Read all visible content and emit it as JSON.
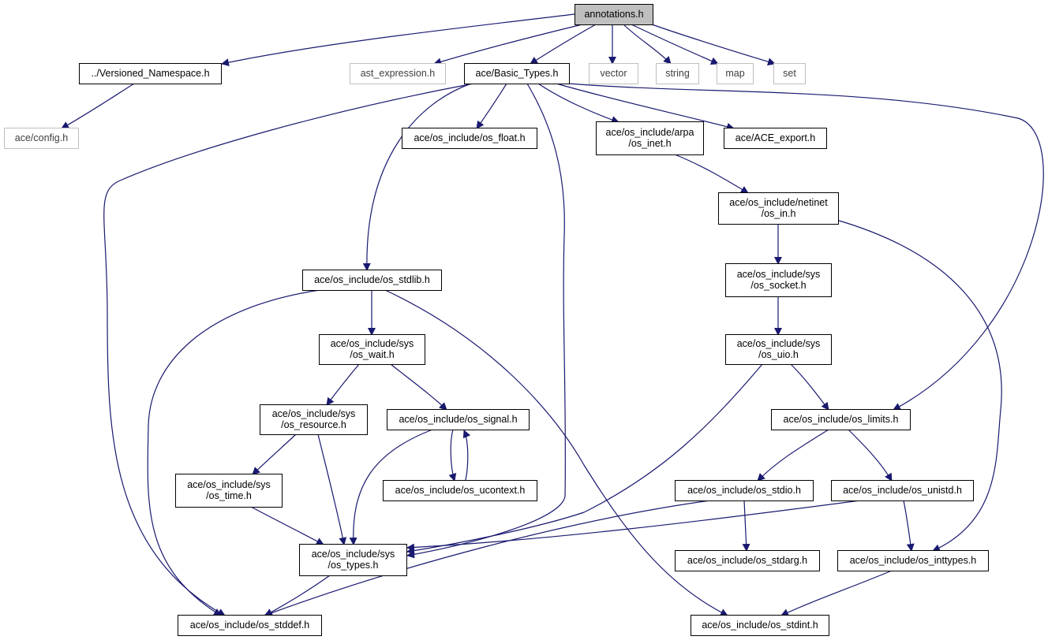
{
  "diagram": {
    "colors": {
      "edge": "#191970",
      "node_border": "#000000",
      "node_border_external": "#bfbfbf",
      "root_fill": "#bfbfbf",
      "node_fill": "#ffffff",
      "text_internal": "#000000",
      "text_external": "#404040"
    },
    "nodes": [
      {
        "id": "annotations",
        "lines": [
          "annotations.h"
        ],
        "kind": "root"
      },
      {
        "id": "versioned_ns",
        "lines": [
          "../Versioned_Namespace.h"
        ],
        "kind": "internal"
      },
      {
        "id": "ast_expression",
        "lines": [
          "ast_expression.h"
        ],
        "kind": "external"
      },
      {
        "id": "basic_types",
        "lines": [
          "ace/Basic_Types.h"
        ],
        "kind": "internal"
      },
      {
        "id": "vector",
        "lines": [
          "vector"
        ],
        "kind": "external"
      },
      {
        "id": "string",
        "lines": [
          "string"
        ],
        "kind": "external"
      },
      {
        "id": "map",
        "lines": [
          "map"
        ],
        "kind": "external"
      },
      {
        "id": "set",
        "lines": [
          "set"
        ],
        "kind": "external"
      },
      {
        "id": "config",
        "lines": [
          "ace/config.h"
        ],
        "kind": "external"
      },
      {
        "id": "os_float",
        "lines": [
          "ace/os_include/os_float.h"
        ],
        "kind": "internal"
      },
      {
        "id": "os_inet",
        "lines": [
          "ace/os_include/arpa",
          "/os_inet.h"
        ],
        "kind": "internal"
      },
      {
        "id": "ace_export",
        "lines": [
          "ace/ACE_export.h"
        ],
        "kind": "internal"
      },
      {
        "id": "os_in",
        "lines": [
          "ace/os_include/netinet",
          "/os_in.h"
        ],
        "kind": "internal"
      },
      {
        "id": "os_stdlib",
        "lines": [
          "ace/os_include/os_stdlib.h"
        ],
        "kind": "internal"
      },
      {
        "id": "os_socket",
        "lines": [
          "ace/os_include/sys",
          "/os_socket.h"
        ],
        "kind": "internal"
      },
      {
        "id": "os_wait",
        "lines": [
          "ace/os_include/sys",
          "/os_wait.h"
        ],
        "kind": "internal"
      },
      {
        "id": "os_uio",
        "lines": [
          "ace/os_include/sys",
          "/os_uio.h"
        ],
        "kind": "internal"
      },
      {
        "id": "os_resource",
        "lines": [
          "ace/os_include/sys",
          "/os_resource.h"
        ],
        "kind": "internal"
      },
      {
        "id": "os_signal",
        "lines": [
          "ace/os_include/os_signal.h"
        ],
        "kind": "internal"
      },
      {
        "id": "os_limits",
        "lines": [
          "ace/os_include/os_limits.h"
        ],
        "kind": "internal"
      },
      {
        "id": "os_time",
        "lines": [
          "ace/os_include/sys",
          "/os_time.h"
        ],
        "kind": "internal"
      },
      {
        "id": "os_ucontext",
        "lines": [
          "ace/os_include/os_ucontext.h"
        ],
        "kind": "internal"
      },
      {
        "id": "os_stdio",
        "lines": [
          "ace/os_include/os_stdio.h"
        ],
        "kind": "internal"
      },
      {
        "id": "os_unistd",
        "lines": [
          "ace/os_include/os_unistd.h"
        ],
        "kind": "internal"
      },
      {
        "id": "os_types",
        "lines": [
          "ace/os_include/sys",
          "/os_types.h"
        ],
        "kind": "internal"
      },
      {
        "id": "os_stdarg",
        "lines": [
          "ace/os_include/os_stdarg.h"
        ],
        "kind": "internal"
      },
      {
        "id": "os_inttypes",
        "lines": [
          "ace/os_include/os_inttypes.h"
        ],
        "kind": "internal"
      },
      {
        "id": "os_stddef",
        "lines": [
          "ace/os_include/os_stddef.h"
        ],
        "kind": "internal"
      },
      {
        "id": "os_stdint",
        "lines": [
          "ace/os_include/os_stdint.h"
        ],
        "kind": "internal"
      }
    ],
    "edges": [
      {
        "from": "annotations",
        "to": "versioned_ns"
      },
      {
        "from": "annotations",
        "to": "ast_expression"
      },
      {
        "from": "annotations",
        "to": "basic_types"
      },
      {
        "from": "annotations",
        "to": "vector"
      },
      {
        "from": "annotations",
        "to": "string"
      },
      {
        "from": "annotations",
        "to": "map"
      },
      {
        "from": "annotations",
        "to": "set"
      },
      {
        "from": "versioned_ns",
        "to": "config"
      },
      {
        "from": "basic_types",
        "to": "os_float"
      },
      {
        "from": "basic_types",
        "to": "os_inet"
      },
      {
        "from": "basic_types",
        "to": "ace_export"
      },
      {
        "from": "basic_types",
        "to": "os_stdlib"
      },
      {
        "from": "basic_types",
        "to": "os_limits"
      },
      {
        "from": "basic_types",
        "to": "os_types"
      },
      {
        "from": "basic_types",
        "to": "os_stddef"
      },
      {
        "from": "os_inet",
        "to": "os_in"
      },
      {
        "from": "os_in",
        "to": "os_socket"
      },
      {
        "from": "os_in",
        "to": "os_inttypes"
      },
      {
        "from": "os_socket",
        "to": "os_uio"
      },
      {
        "from": "os_uio",
        "to": "os_limits"
      },
      {
        "from": "os_uio",
        "to": "os_types"
      },
      {
        "from": "os_stdlib",
        "to": "os_wait"
      },
      {
        "from": "os_stdlib",
        "to": "os_stddef"
      },
      {
        "from": "os_stdlib",
        "to": "os_stdint"
      },
      {
        "from": "os_wait",
        "to": "os_resource"
      },
      {
        "from": "os_wait",
        "to": "os_signal"
      },
      {
        "from": "os_resource",
        "to": "os_time"
      },
      {
        "from": "os_resource",
        "to": "os_types"
      },
      {
        "from": "os_signal",
        "to": "os_ucontext"
      },
      {
        "from": "os_ucontext",
        "to": "os_signal"
      },
      {
        "from": "os_signal",
        "to": "os_types"
      },
      {
        "from": "os_time",
        "to": "os_types"
      },
      {
        "from": "os_limits",
        "to": "os_stdio"
      },
      {
        "from": "os_limits",
        "to": "os_unistd"
      },
      {
        "from": "os_stdio",
        "to": "os_stdarg"
      },
      {
        "from": "os_stdio",
        "to": "os_stddef"
      },
      {
        "from": "os_unistd",
        "to": "os_types"
      },
      {
        "from": "os_unistd",
        "to": "os_inttypes"
      },
      {
        "from": "os_types",
        "to": "os_stddef"
      },
      {
        "from": "os_inttypes",
        "to": "os_stdint"
      }
    ]
  }
}
